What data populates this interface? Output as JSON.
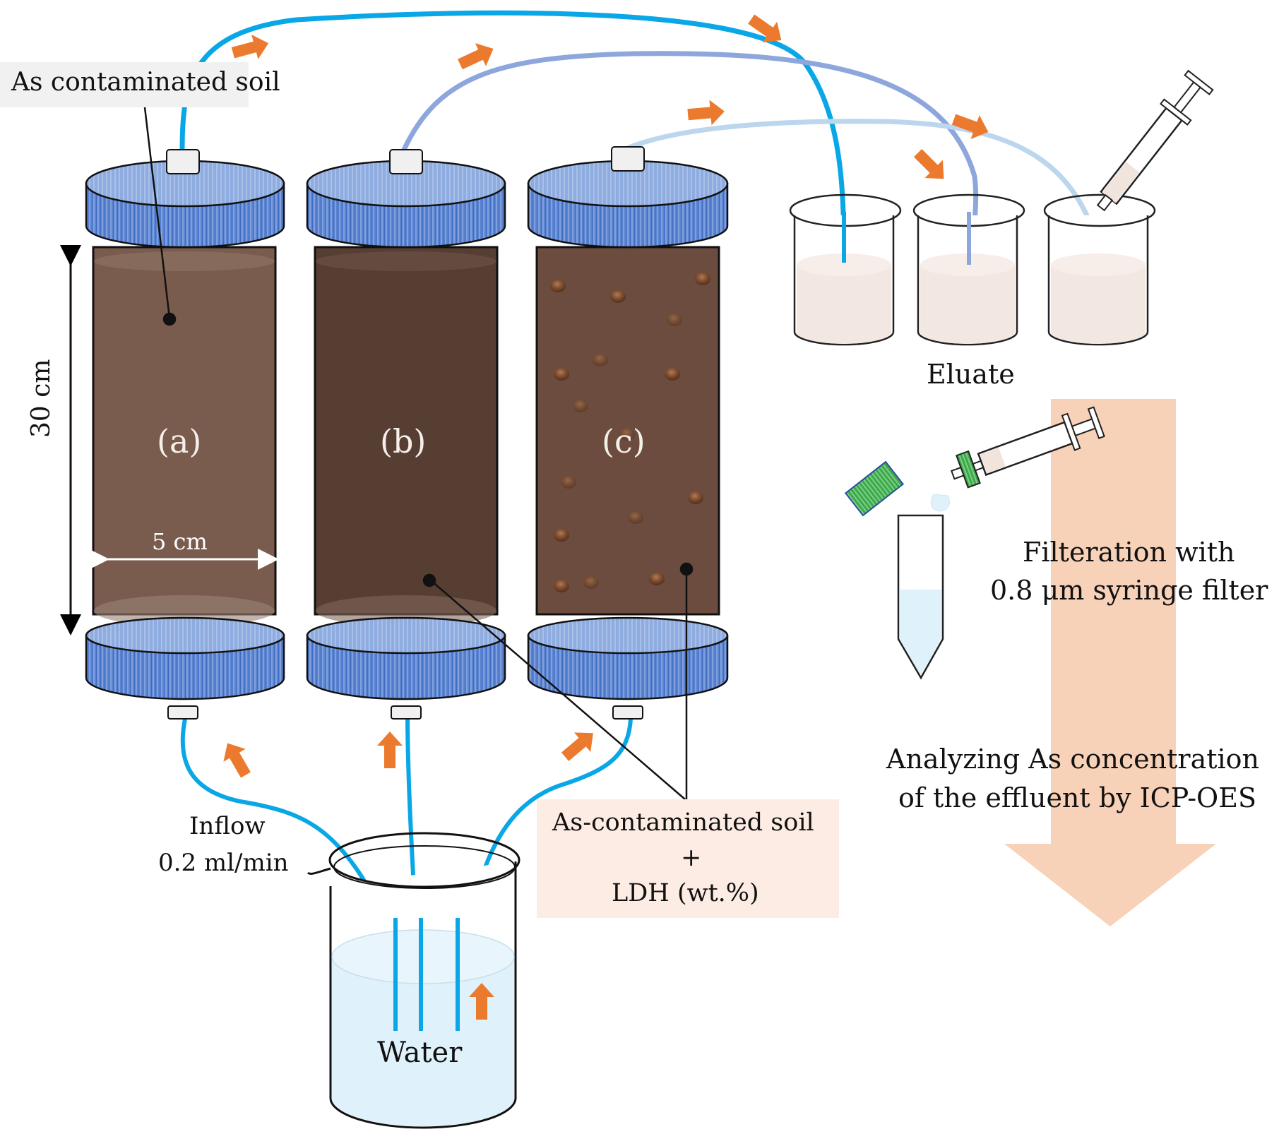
{
  "figure": {
    "labels": {
      "as_contaminated_soil": "As contaminated soil",
      "height_dimension": "30 cm",
      "width_dimension": "5 cm",
      "column_a": "(a)",
      "column_b": "(b)",
      "column_c": "(c)",
      "eluate": "Eluate",
      "filtration_line1": "Filteration with",
      "filtration_line2": "0.8 μm syringe filter",
      "analysis_line1": "Analyzing As concentration",
      "analysis_line2": "of the effluent by ICP-OES",
      "inflow_line1": "Inflow",
      "inflow_line2": "0.2 ml/min",
      "water": "Water",
      "mixture_line1": "As-contaminated soil",
      "mixture_line2": "+",
      "mixture_line3": "LDH (wt.%)"
    },
    "colors": {
      "tube_a": "#0aa7e6",
      "tube_b": "#8da6dc",
      "tube_c": "#bcd6ee",
      "flow_arrow": "#ec7a2e",
      "cap_blue": "#5b84d0",
      "soil_a": "#7a5c4e",
      "soil_b": "#573e33",
      "soil_c": "#6b4c3e",
      "process_arrow": "#f8d2b8",
      "filter_green": "#3da84b",
      "water_fill": "#dff1fb",
      "eluate_fill": "#f3e7e1"
    }
  }
}
